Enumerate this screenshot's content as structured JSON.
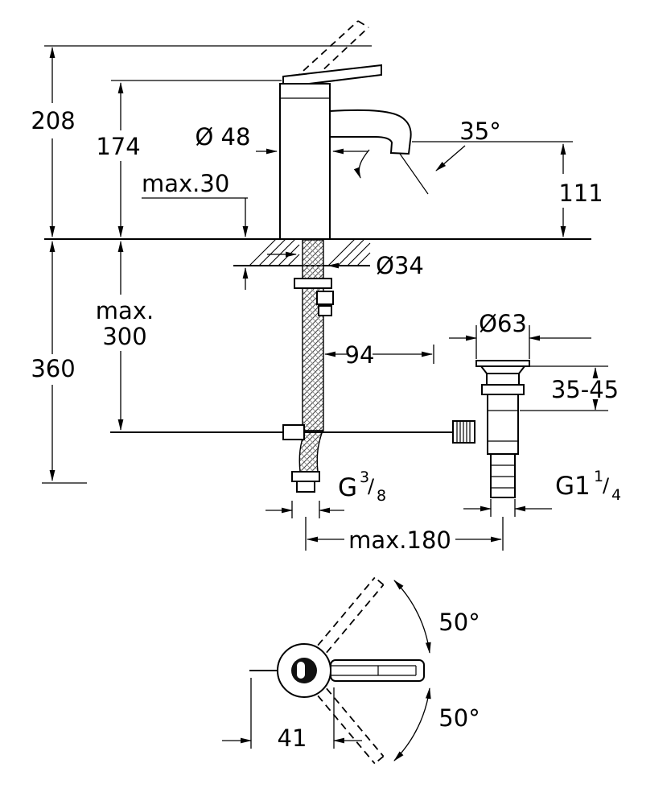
{
  "side_view": {
    "d208": "208",
    "d174": "174",
    "dia48": "Ø 48",
    "ang35": "35°",
    "d111": "111",
    "max30": "max.30",
    "dia34": "Ø34",
    "max300_l1": "max.",
    "max300_l2": "300",
    "d360": "360",
    "dia63": "Ø63",
    "d94": "94",
    "r3545": "35-45",
    "g38": {
      "main": "G",
      "sup": "3",
      "slash": "/",
      "sub": "8"
    },
    "g114": {
      "main": "G1",
      "sup": "1",
      "slash": "/",
      "sub": "4"
    },
    "max180": "max.180"
  },
  "top_view": {
    "a50_upper": "50°",
    "a50_lower": "50°",
    "d41": "41"
  }
}
